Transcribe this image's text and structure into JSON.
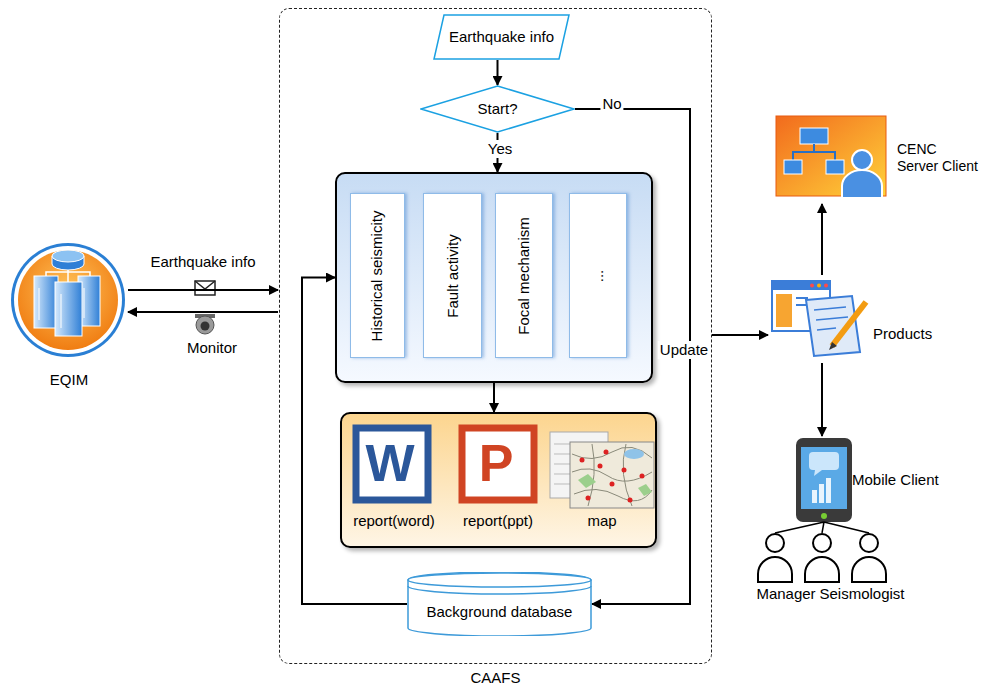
{
  "diagram": {
    "nodes": [
      {
        "text": [
          "EQIM"
        ]
      },
      {
        "text": [
          "CAAFS"
        ]
      },
      {
        "text": [
          "Earthquake info"
        ],
        "in": 1
      },
      {
        "text": [
          "Start?"
        ],
        "in": 1
      },
      {
        "text": [],
        "in": 1
      },
      {
        "text": [
          "Historical seismicity"
        ],
        "in": 4
      },
      {
        "text": [
          "Fault activity"
        ],
        "in": 4
      },
      {
        "text": [
          "Focal mechanism"
        ],
        "in": 4
      },
      {
        "text": [
          "..."
        ],
        "in": 4
      },
      {
        "text": [
          "report(word)",
          "report(ppt)",
          "map"
        ],
        "in": 1
      },
      {
        "text": [
          "Background database"
        ],
        "in": 1
      },
      {
        "text": [
          "CENC Server Client"
        ]
      },
      {
        "text": [
          "Products"
        ]
      },
      {
        "text": [
          "Mobile Client"
        ]
      }
    ],
    "edges": [
      {
        "from": 0,
        "to": 1,
        "arrow": "to",
        "label": "Earthquake info"
      },
      {
        "from": 1,
        "to": 0,
        "arrow": "to",
        "label": "Monitor"
      },
      {
        "from": 2,
        "to": 3,
        "arrow": "to"
      },
      {
        "from": 3,
        "to": 4,
        "arrow": "to",
        "label": "Yes"
      },
      {
        "from": 3,
        "to": 10,
        "arrow": "to",
        "label": "No"
      },
      {
        "from": 4,
        "to": 9,
        "arrow": "to"
      },
      {
        "from": 10,
        "to": 4,
        "arrow": "to"
      },
      {
        "from": 1,
        "to": 12,
        "arrow": "to"
      },
      {
        "from": 12,
        "to": 11,
        "arrow": "to"
      },
      {
        "from": 12,
        "to": 13,
        "arrow": "to"
      }
    ],
    "labels": [
      "Update",
      "W",
      "P",
      "Manager",
      "Seismologist"
    ]
  }
}
